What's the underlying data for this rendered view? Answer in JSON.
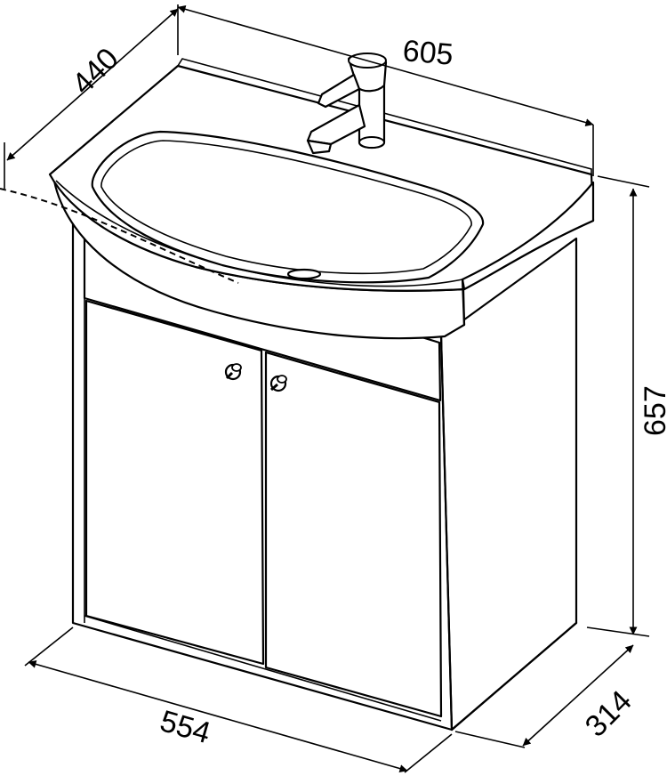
{
  "dimensions": {
    "width_top": "605",
    "depth_top": "440",
    "height": "657",
    "width_bottom": "554",
    "depth_bottom": "314"
  }
}
